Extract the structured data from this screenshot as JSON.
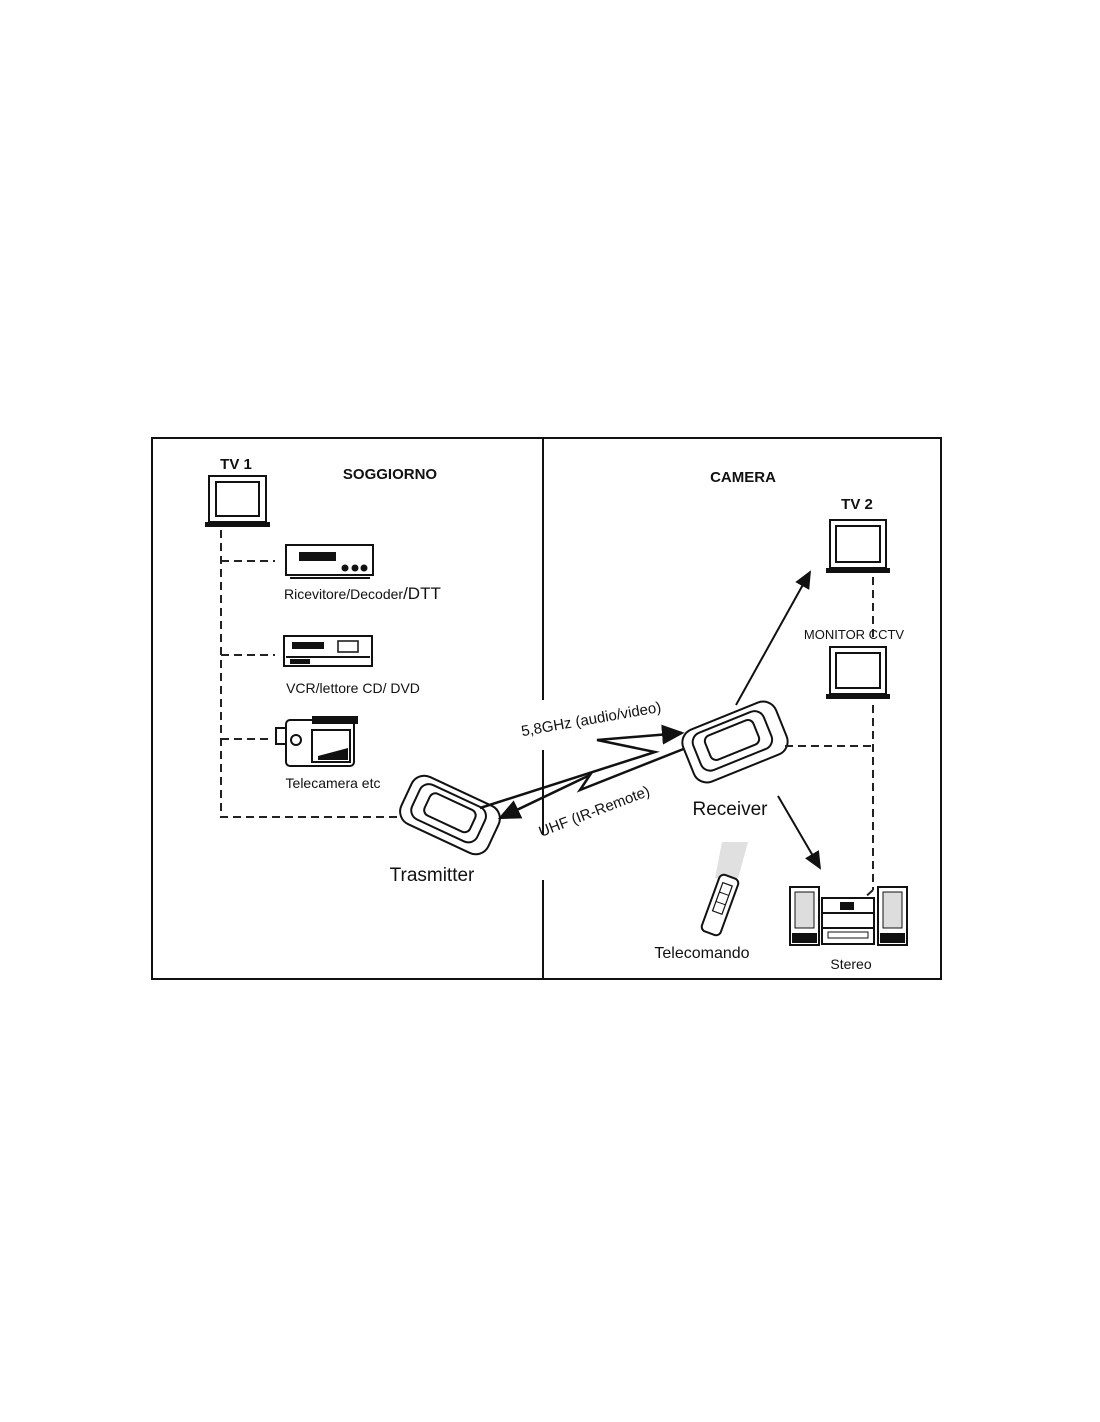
{
  "rooms": {
    "left": "SOGGIORNO",
    "right": "CAMERA"
  },
  "devices": {
    "tv1": "TV 1",
    "decoder": "Ricevitore/Decoder",
    "decoder_suffix": "/DTT",
    "vcr": "VCR/lettore CD/ DVD",
    "camcorder": "Telecamera etc",
    "transmitter": "Trasmitter",
    "receiver": "Receiver",
    "tv2": "TV 2",
    "monitor": "MONITOR CCTV",
    "remote": "Telecomando",
    "stereo": "Stereo"
  },
  "links": {
    "av": "5,8GHz (audio/video)",
    "uhf": "UHF (IR-Remote)"
  }
}
